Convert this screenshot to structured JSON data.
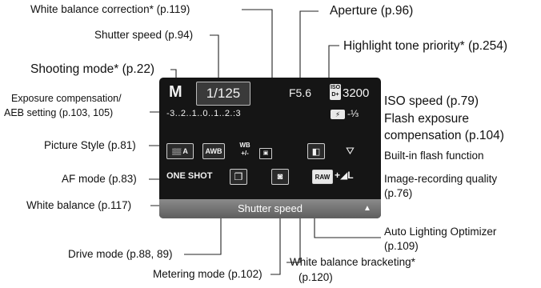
{
  "callouts": {
    "wb_correction": "White balance correction* (p.119)",
    "aperture": "Aperture (p.96)",
    "shutter_speed": "Shutter speed (p.94)",
    "highlight_tone": "Highlight tone priority* (p.254)",
    "shooting_mode": "Shooting mode* (p.22)",
    "exposure_comp_line1": "Exposure compensation/",
    "exposure_comp_line2": "AEB setting (p.103, 105)",
    "iso_speed": "ISO speed (p.79)",
    "flash_exp_line1": "Flash exposure",
    "flash_exp_line2": "compensation (p.104)",
    "picture_style": "Picture Style (p.81)",
    "builtin_flash": "Built-in flash function",
    "af_mode": "AF mode (p.83)",
    "image_quality_line1": "Image-recording quality",
    "image_quality_line2": "(p.76)",
    "white_balance": "White balance (p.117)",
    "alo_line1": "Auto Lighting Optimizer",
    "alo_line2": "(p.109)",
    "drive_mode": "Drive mode (p.88, 89)",
    "wb_bracketing_line1": "White balance bracketing*",
    "wb_bracketing_line2": "(p.120)",
    "metering_mode": "Metering mode (p.102)"
  },
  "screen": {
    "mode": "M",
    "shutter": "1/125",
    "aperture": "F5.6",
    "iso_badge_top": "ISO",
    "iso_badge_bottom": "D+",
    "iso_value": "3200",
    "exposure_scale": "-3..2..1..0..1..2.:3",
    "flash_comp_icon": "⚡",
    "flash_comp_value": "-⅓",
    "picture_style": "A",
    "awb": "AWB",
    "wb_shift_top": "WB",
    "wb_shift_bottom": "+/-",
    "af_mode": "ONE SHOT",
    "raw": "RAW",
    "quality": "+◢L",
    "status_text": "Shutter speed"
  }
}
